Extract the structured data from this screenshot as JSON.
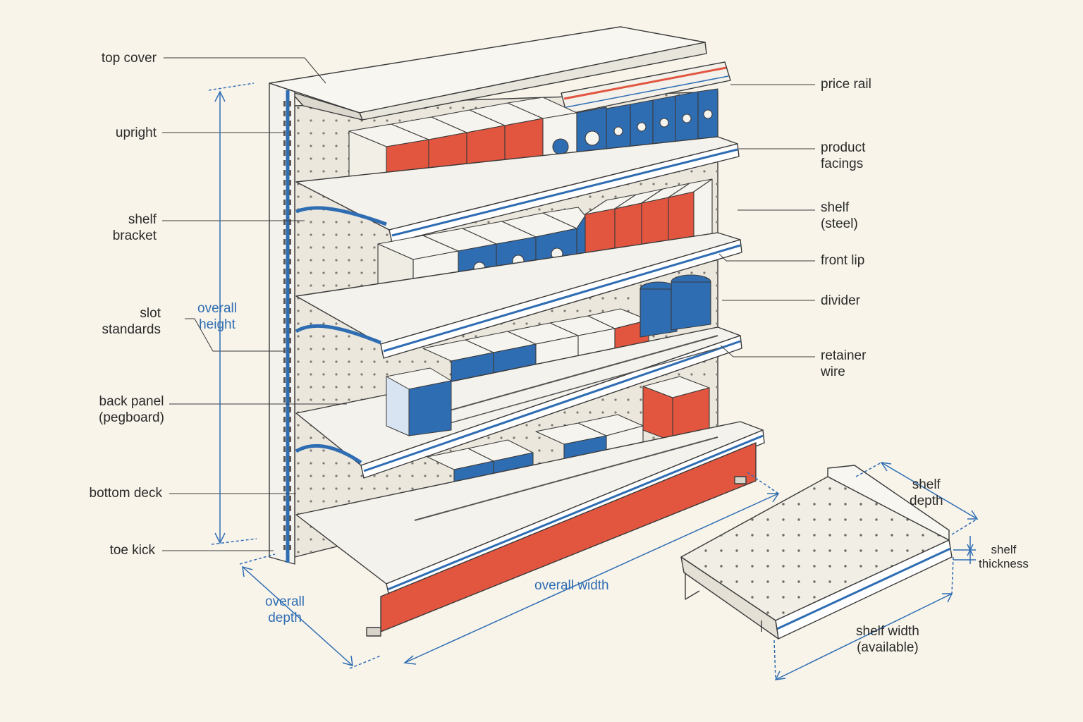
{
  "colors": {
    "paper": "#f8f4ea",
    "ink": "#3a3a3a",
    "accent_blue": "#2f6db3",
    "accent_red": "#e2553f",
    "shelf_white": "#f4f2ec",
    "pegboard": "#ebe7dd"
  },
  "labels_left": {
    "top_cover": "top cover",
    "upright": "upright",
    "shelf_bracket": [
      "shelf",
      "bracket"
    ],
    "slot_standards": [
      "slot",
      "standards"
    ],
    "back_panel": [
      "back panel",
      "(pegboard)"
    ],
    "bottom_deck": "bottom deck",
    "toe_kick": "toe kick"
  },
  "labels_right": {
    "price_rail": "price rail",
    "product_facings": [
      "product",
      "facings"
    ],
    "shelf_steel": [
      "shelf",
      "(steel)"
    ],
    "front_lip": "front lip",
    "divider": "divider",
    "retainer_wire": [
      "retainer",
      "wire"
    ]
  },
  "dimensions": {
    "overall_height": [
      "overall",
      "height"
    ],
    "overall_depth": [
      "overall",
      "depth"
    ],
    "overall_width": "overall width",
    "shelf_depth": [
      "shelf",
      "depth"
    ],
    "shelf_thickness": [
      "shelf",
      "thickness"
    ],
    "shelf_width": [
      "shelf width",
      "(available)"
    ]
  },
  "icons": [
    "gondola-shelving-unit",
    "loose-shelf-detail"
  ]
}
